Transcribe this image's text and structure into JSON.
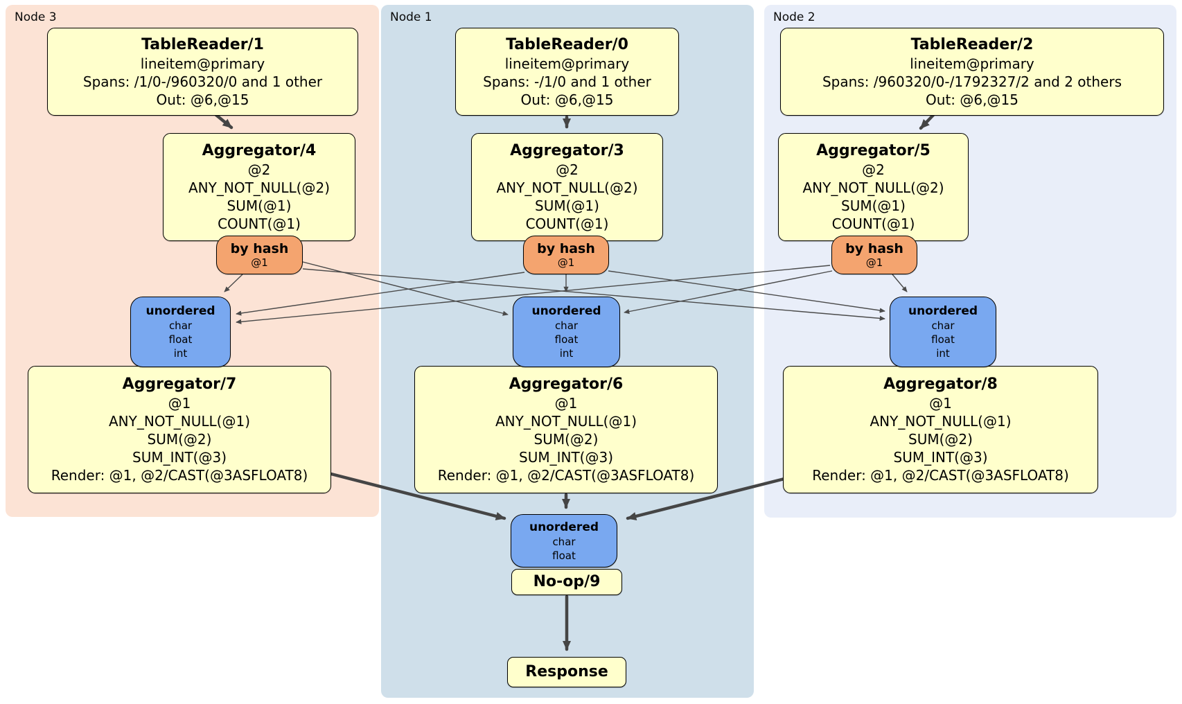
{
  "panels": {
    "node3": {
      "label": "Node 3"
    },
    "node1": {
      "label": "Node 1"
    },
    "node2": {
      "label": "Node 2"
    }
  },
  "colors": {
    "panel_node3": "#fce3d5",
    "panel_node1": "#cfdfea",
    "panel_node2": "#e9eef9",
    "processor_fill": "#ffffcc",
    "router_fill": "#f4a46f",
    "sync_fill": "#79a8f0",
    "edge": "#4a4a4a"
  },
  "processors": {
    "tr1": {
      "title": "TableReader/1",
      "rows": [
        "lineitem@primary",
        "Spans: /1/0-/960320/0 and 1 other",
        "Out: @6,@15"
      ]
    },
    "tr0": {
      "title": "TableReader/0",
      "rows": [
        "lineitem@primary",
        "Spans: -/1/0 and 1 other",
        "Out: @6,@15"
      ]
    },
    "tr2": {
      "title": "TableReader/2",
      "rows": [
        "lineitem@primary",
        "Spans: /960320/0-/1792327/2 and 2 others",
        "Out: @6,@15"
      ]
    },
    "agg4": {
      "title": "Aggregator/4",
      "rows": [
        "@2",
        "ANY_NOT_NULL(@2)",
        "SUM(@1)",
        "COUNT(@1)"
      ]
    },
    "agg3": {
      "title": "Aggregator/3",
      "rows": [
        "@2",
        "ANY_NOT_NULL(@2)",
        "SUM(@1)",
        "COUNT(@1)"
      ]
    },
    "agg5": {
      "title": "Aggregator/5",
      "rows": [
        "@2",
        "ANY_NOT_NULL(@2)",
        "SUM(@1)",
        "COUNT(@1)"
      ]
    },
    "agg7": {
      "title": "Aggregator/7",
      "rows": [
        "@1",
        "ANY_NOT_NULL(@1)",
        "SUM(@2)",
        "SUM_INT(@3)",
        "Render: @1, @2/CAST(@3ASFLOAT8)"
      ]
    },
    "agg6": {
      "title": "Aggregator/6",
      "rows": [
        "@1",
        "ANY_NOT_NULL(@1)",
        "SUM(@2)",
        "SUM_INT(@3)",
        "Render: @1, @2/CAST(@3ASFLOAT8)"
      ]
    },
    "agg8": {
      "title": "Aggregator/8",
      "rows": [
        "@1",
        "ANY_NOT_NULL(@1)",
        "SUM(@2)",
        "SUM_INT(@3)",
        "Render: @1, @2/CAST(@3ASFLOAT8)"
      ]
    },
    "noop": {
      "title": "No-op/9"
    },
    "response": {
      "title": "Response"
    }
  },
  "routers": {
    "hash3": {
      "title": "by hash",
      "detail": "@1"
    },
    "hash1": {
      "title": "by hash",
      "detail": "@1"
    },
    "hash5": {
      "title": "by hash",
      "detail": "@1"
    }
  },
  "syncs": {
    "un3": {
      "title": "unordered",
      "rows": [
        "char",
        "float",
        "int"
      ]
    },
    "un1": {
      "title": "unordered",
      "rows": [
        "char",
        "float",
        "int"
      ]
    },
    "un2": {
      "title": "unordered",
      "rows": [
        "char",
        "float",
        "int"
      ]
    },
    "un_final": {
      "title": "unordered",
      "rows": [
        "char",
        "float"
      ]
    }
  }
}
